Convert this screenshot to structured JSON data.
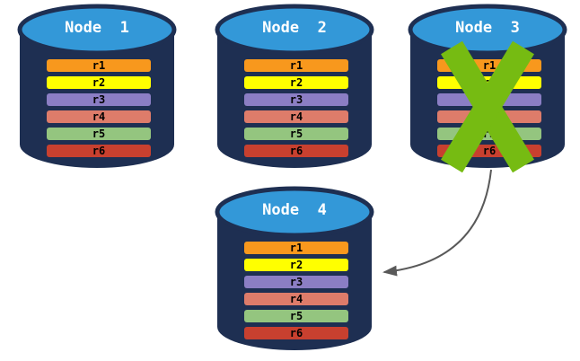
{
  "diagram": {
    "description": "database-replication-failover",
    "colors": {
      "background": "#ffffff",
      "cylinder_body": "#1e2f52",
      "cylinder_top": "#3398d8",
      "title_text": "#ffffff",
      "row_text": "#000000",
      "cross": "#76bb12",
      "arrow": "#595959"
    },
    "nodes": [
      {
        "label": "Node  1",
        "crossed_out": false,
        "rows": [
          {
            "label": "r1",
            "color": "#f8981d"
          },
          {
            "label": "r2",
            "color": "#ffff00"
          },
          {
            "label": "r3",
            "color": "#8b7ec4"
          },
          {
            "label": "r4",
            "color": "#de7c6a"
          },
          {
            "label": "r5",
            "color": "#94c57f"
          },
          {
            "label": "r6",
            "color": "#c8402f"
          }
        ]
      },
      {
        "label": "Node  2",
        "crossed_out": false,
        "rows": [
          {
            "label": "r1",
            "color": "#f8981d"
          },
          {
            "label": "r2",
            "color": "#ffff00"
          },
          {
            "label": "r3",
            "color": "#8b7ec4"
          },
          {
            "label": "r4",
            "color": "#de7c6a"
          },
          {
            "label": "r5",
            "color": "#94c57f"
          },
          {
            "label": "r6",
            "color": "#c8402f"
          }
        ]
      },
      {
        "label": "Node  3",
        "crossed_out": true,
        "rows": [
          {
            "label": "r1",
            "color": "#f8981d"
          },
          {
            "label": "r2",
            "color": "#ffff00"
          },
          {
            "label": "r3",
            "color": "#8b7ec4"
          },
          {
            "label": "r4",
            "color": "#de7c6a"
          },
          {
            "label": "r5",
            "color": "#94c57f"
          },
          {
            "label": "r6",
            "color": "#c8402f"
          }
        ]
      },
      {
        "label": "Node  4",
        "crossed_out": false,
        "rows": [
          {
            "label": "r1",
            "color": "#f8981d"
          },
          {
            "label": "r2",
            "color": "#ffff00"
          },
          {
            "label": "r3",
            "color": "#8b7ec4"
          },
          {
            "label": "r4",
            "color": "#de7c6a"
          },
          {
            "label": "r5",
            "color": "#94c57f"
          },
          {
            "label": "r6",
            "color": "#c8402f"
          }
        ]
      }
    ],
    "arrow": {
      "from": "Node 3",
      "to": "Node 4"
    }
  }
}
